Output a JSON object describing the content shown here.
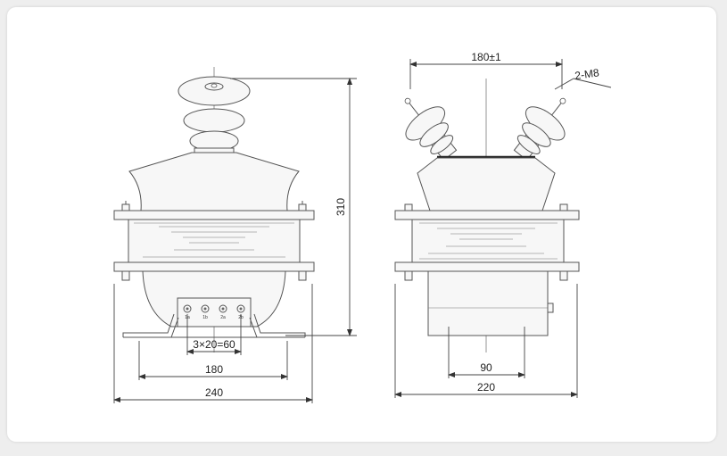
{
  "front_view": {
    "dims": {
      "height": "310",
      "terminal_pitch": "3×20=60",
      "mount_spacing": "180",
      "base_width": "240"
    },
    "terminals": [
      "1a",
      "1b",
      "2a",
      "2b"
    ]
  },
  "side_view": {
    "dims": {
      "bushing_spacing": "180±1",
      "bolt_callout": "2-M8",
      "mount_spacing": "90",
      "base_width": "220"
    }
  }
}
